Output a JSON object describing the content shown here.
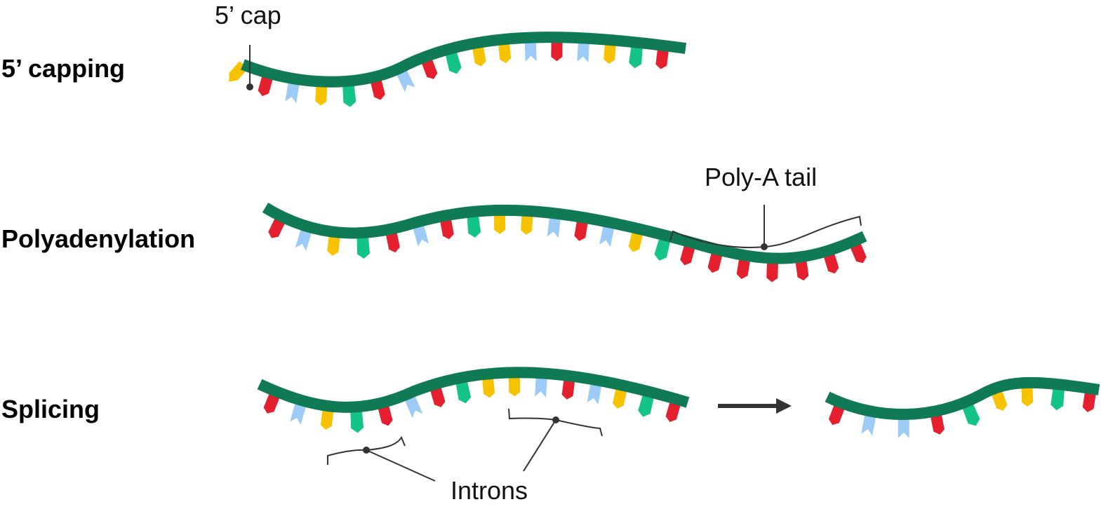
{
  "rows": {
    "capping": {
      "label": "5’ capping"
    },
    "polyadenylation": {
      "label": "Polyadenylation"
    },
    "splicing": {
      "label": "Splicing"
    }
  },
  "callouts": {
    "cap": "5’ cap",
    "polya": "Poly-A tail",
    "introns": "Introns"
  },
  "colors": {
    "backbone": "#0f7a54",
    "red": "#e5202e",
    "blue": "#9ccbf7",
    "yellow": "#f7c300",
    "green": "#14c486",
    "cap": "#f7c300",
    "arrow": "#333333"
  },
  "strands": {
    "capping": [
      "cap",
      "red",
      "blue",
      "yellow",
      "green",
      "red",
      "blue",
      "red",
      "green",
      "yellow",
      "yellow",
      "blue",
      "red",
      "blue",
      "yellow",
      "green",
      "red"
    ],
    "polyadenylation": [
      "red",
      "blue",
      "yellow",
      "green",
      "red",
      "blue",
      "red",
      "green",
      "yellow",
      "yellow",
      "blue",
      "red",
      "blue",
      "yellow",
      "green",
      "red",
      "red",
      "red",
      "red",
      "red",
      "red",
      "red"
    ],
    "splicing_pre": [
      "red",
      "blue",
      "yellow",
      "green",
      "red",
      "blue",
      "red",
      "green",
      "yellow",
      "yellow",
      "blue",
      "red",
      "blue",
      "yellow",
      "green",
      "red"
    ],
    "splicing_post": [
      "red",
      "blue",
      "blue",
      "red",
      "green",
      "yellow",
      "yellow",
      "green",
      "red"
    ]
  }
}
